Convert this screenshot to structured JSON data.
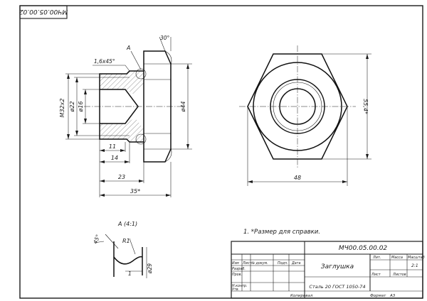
{
  "drawing": {
    "corner_code": "МЧ00.05.00.02",
    "stamp_code": "МЧ00.05.00.02",
    "part_name": "Заглушка",
    "material": "Сталь 20 ГОСТ 1050-74",
    "scale": "2:1",
    "sheet_format_label": "Формат",
    "sheet_format_value": "А3",
    "copied_label": "Копировал",
    "note": "1. *Размер для справки."
  },
  "dimensions": {
    "chamfer": "1,6х45°",
    "section_mark": "А",
    "angle_30": "30°",
    "thread": "М32х2",
    "dia22": "ø22",
    "dia16": "ø16",
    "dia44": "ø44",
    "len11": "11",
    "len14": "14",
    "len23": "23",
    "len35": "35*",
    "across_corners": "55,4*",
    "across_flats": "48"
  },
  "detail": {
    "title": "А (4:1)",
    "angle": "45°",
    "radius": "R1",
    "depth": "1",
    "dia": "ø29"
  },
  "title_block": {
    "headers": [
      "Изм",
      "Лист",
      "№ докум.",
      "Подп.",
      "Дата"
    ],
    "rows": [
      "Разраб.",
      "Пров.",
      "Н.контр.",
      "Утв."
    ],
    "lit": "Лит.",
    "mass": "Масса",
    "scale_label": "Масштаб",
    "sheet": "Лист",
    "sheets": "Листов"
  },
  "colors": {
    "ink": "#1a1a1a",
    "paper": "#ffffff",
    "hatch": "#1a1a1a"
  }
}
